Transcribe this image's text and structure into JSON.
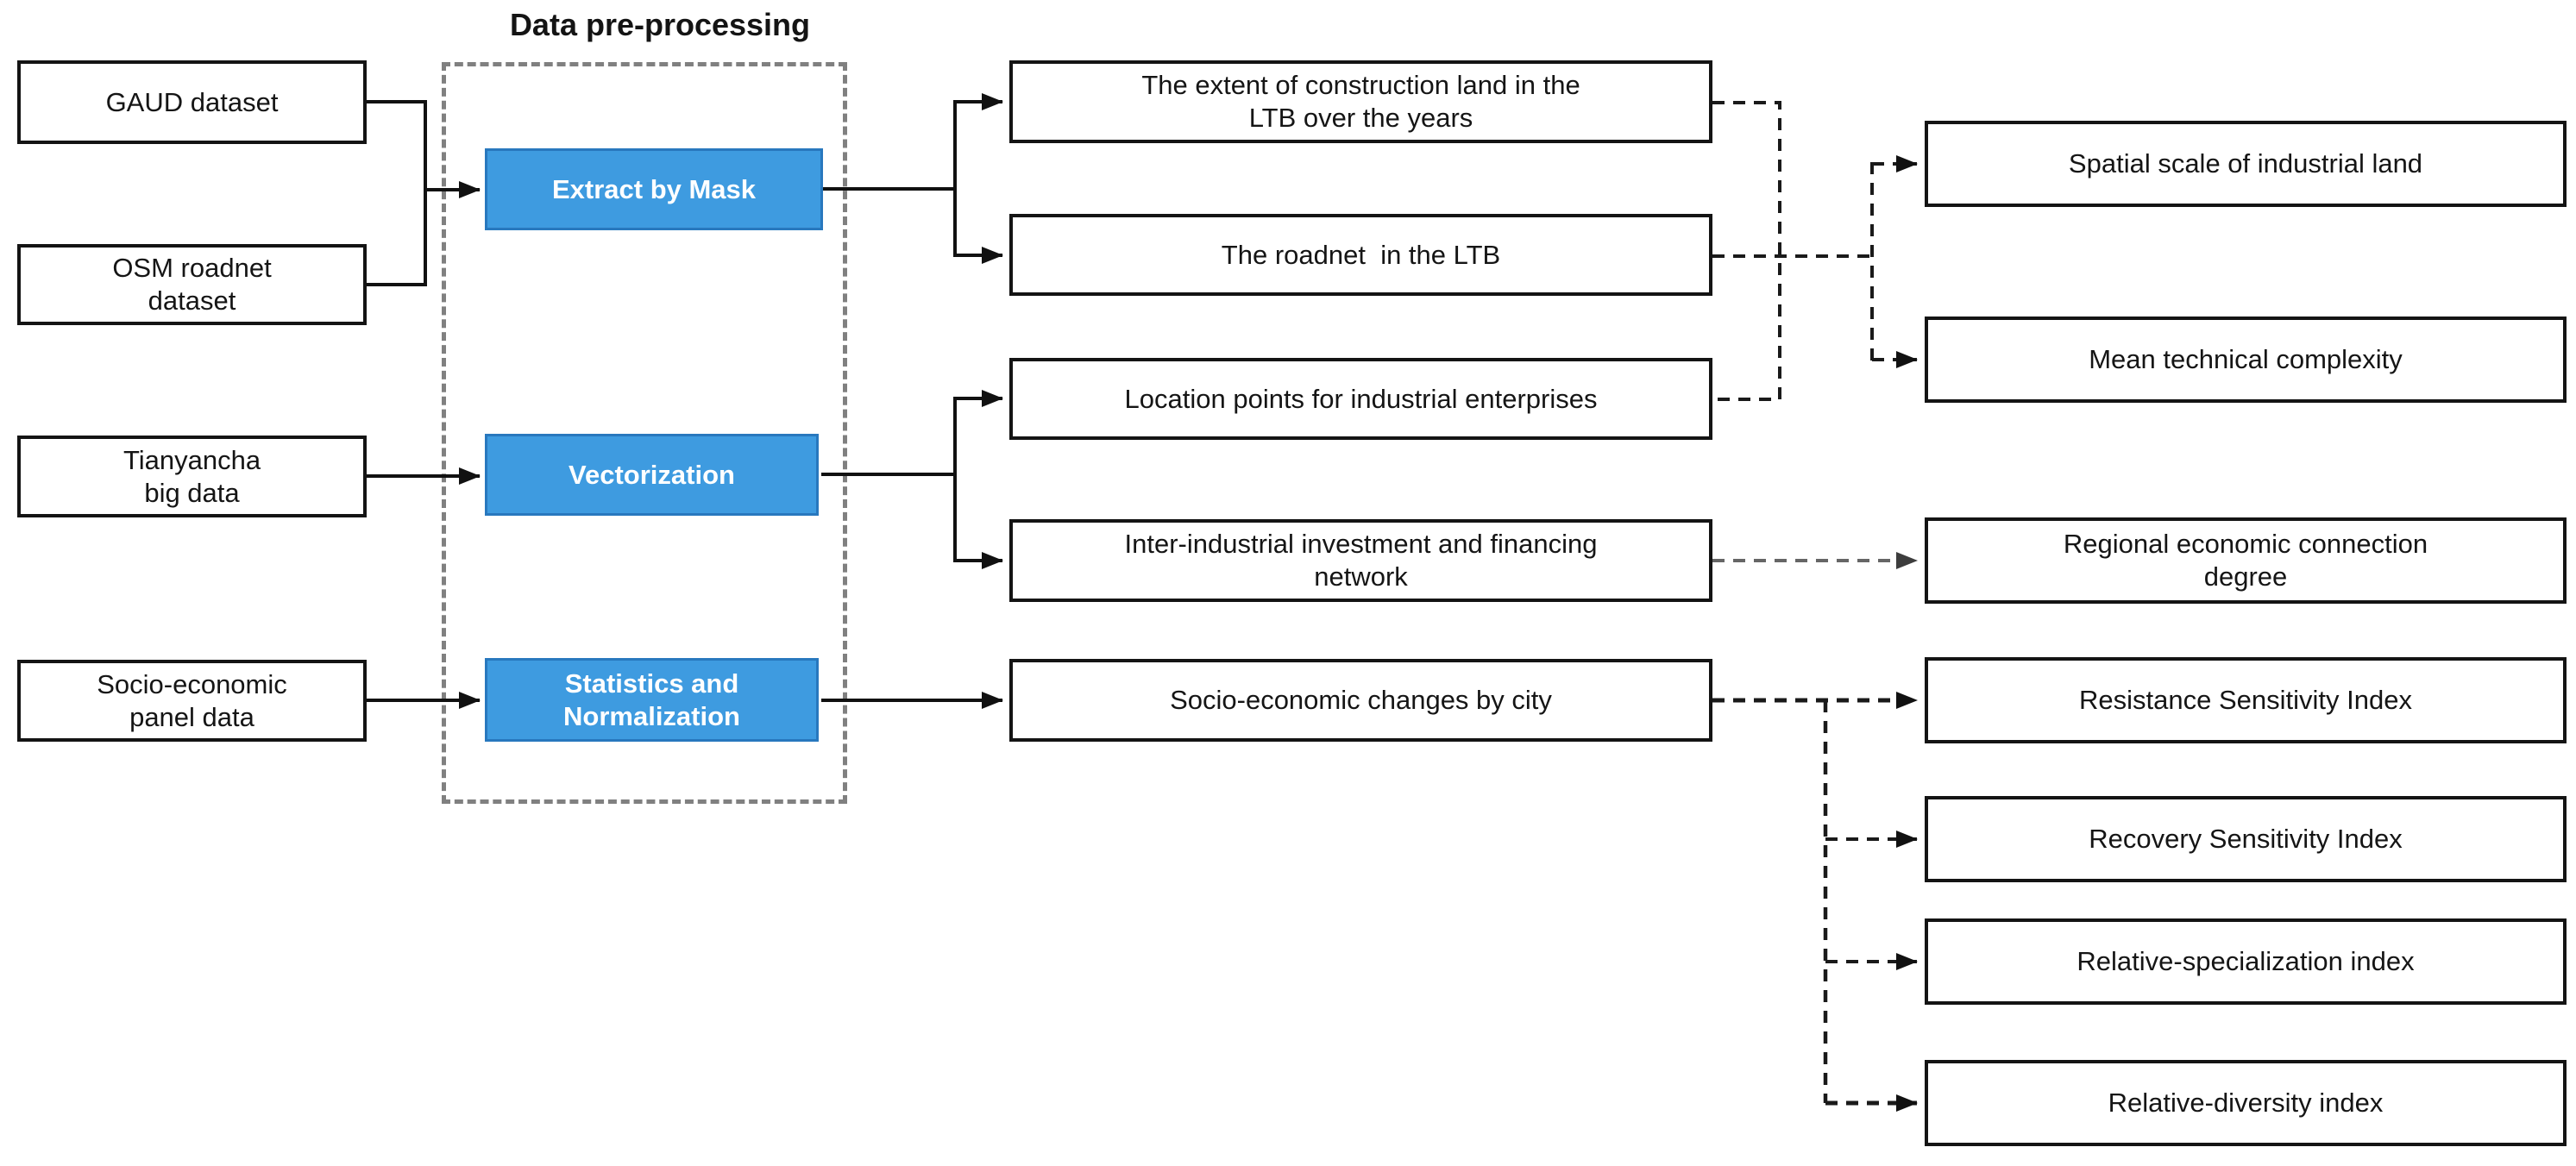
{
  "title": "Data pre-processing",
  "colors": {
    "process_fill": "#3e9be0",
    "process_border": "#2878be",
    "box_border": "#141414",
    "container_dash": "#808080",
    "connector_solid": "#111111",
    "connector_dashed": "#1a1a1a",
    "connector_dashed_grey": "#666666"
  },
  "nodes": {
    "inputs": [
      {
        "label": "GAUD dataset"
      },
      {
        "label": "OSM roadnet\ndataset"
      },
      {
        "label": "Tianyancha\nbig data"
      },
      {
        "label": "Socio-economic\npanel data"
      }
    ],
    "processes": [
      {
        "label": "Extract by Mask"
      },
      {
        "label": "Vectorization"
      },
      {
        "label": "Statistics and\nNormalization"
      }
    ],
    "intermediates": [
      {
        "label": "The extent of construction land in the\nLTB over the years"
      },
      {
        "label": "The roadnet  in the LTB"
      },
      {
        "label": "Location points for industrial enterprises"
      },
      {
        "label": "Inter-industrial investment and financing\nnetwork"
      },
      {
        "label": "Socio-economic changes by city"
      }
    ],
    "outputs": [
      {
        "label": "Spatial scale of industrial land"
      },
      {
        "label": "Mean technical complexity"
      },
      {
        "label": "Regional economic connection\ndegree"
      },
      {
        "label": "Resistance Sensitivity Index"
      },
      {
        "label": "Recovery Sensitivity Index"
      },
      {
        "label": "Relative-specialization index"
      },
      {
        "label": "Relative-diversity index"
      }
    ]
  },
  "edges": [
    {
      "from": "GAUD dataset",
      "to": "Extract by Mask",
      "style": "solid"
    },
    {
      "from": "OSM roadnet dataset",
      "to": "Extract by Mask",
      "style": "solid"
    },
    {
      "from": "Tianyancha big data",
      "to": "Vectorization",
      "style": "solid"
    },
    {
      "from": "Socio-economic panel data",
      "to": "Statistics and Normalization",
      "style": "solid"
    },
    {
      "from": "Extract by Mask",
      "to": "The extent of construction land in the LTB over the years",
      "style": "solid"
    },
    {
      "from": "Extract by Mask",
      "to": "The roadnet in the LTB",
      "style": "solid"
    },
    {
      "from": "Vectorization",
      "to": "Location points for industrial enterprises",
      "style": "solid"
    },
    {
      "from": "Vectorization",
      "to": "Inter-industrial investment and financing network",
      "style": "solid"
    },
    {
      "from": "Statistics and Normalization",
      "to": "Socio-economic changes by city",
      "style": "solid"
    },
    {
      "from": "The extent of construction land in the LTB over the years",
      "to": "Spatial scale of industrial land",
      "style": "dashed"
    },
    {
      "from": "The extent of construction land in the LTB over the years",
      "to": "Mean technical complexity",
      "style": "dashed"
    },
    {
      "from": "The roadnet in the LTB",
      "to": "Spatial scale of industrial land",
      "style": "dashed"
    },
    {
      "from": "The roadnet in the LTB",
      "to": "Mean technical complexity",
      "style": "dashed"
    },
    {
      "from": "Location points for industrial enterprises",
      "to": "Spatial scale of industrial land",
      "style": "dashed"
    },
    {
      "from": "Location points for industrial enterprises",
      "to": "Mean technical complexity",
      "style": "dashed"
    },
    {
      "from": "Inter-industrial investment and financing network",
      "to": "Regional economic connection degree",
      "style": "dashed"
    },
    {
      "from": "Socio-economic changes by city",
      "to": "Resistance Sensitivity Index",
      "style": "dashed"
    },
    {
      "from": "Socio-economic changes by city",
      "to": "Recovery Sensitivity Index",
      "style": "dashed"
    },
    {
      "from": "Socio-economic changes by city",
      "to": "Relative-specialization index",
      "style": "dashed"
    },
    {
      "from": "Socio-economic changes by city",
      "to": "Relative-diversity index",
      "style": "dashed"
    }
  ]
}
